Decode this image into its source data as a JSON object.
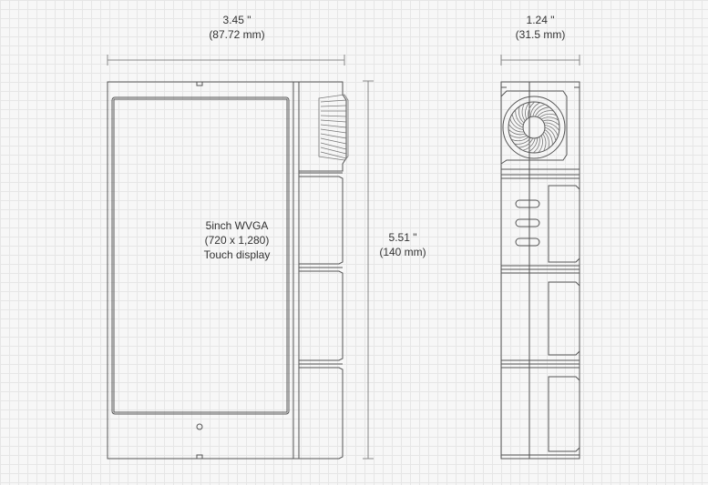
{
  "front_view": {
    "width_dim": {
      "inches": "3.45 \"",
      "mm": "(87.72 mm)"
    },
    "height_dim": {
      "inches": "5.51 \"",
      "mm": "(140 mm)"
    },
    "screen": {
      "line1": "5inch WVGA",
      "line2": "(720 x 1,280)",
      "line3": "Touch display"
    }
  },
  "side_view": {
    "depth_dim": {
      "inches": "1.24 \"",
      "mm": "(31.5 mm)"
    }
  },
  "colors": {
    "line": "#555555",
    "dimension": "#888888",
    "grid": "#e6e6e6",
    "background": "#f7f7f7"
  }
}
